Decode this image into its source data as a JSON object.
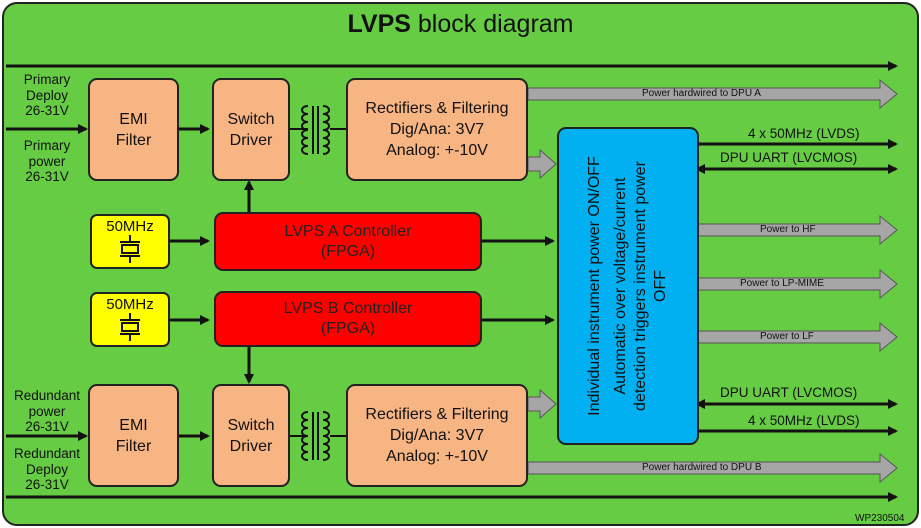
{
  "title": {
    "bold": "LVPS",
    "rest": " block diagram"
  },
  "footer_code": "WP230504",
  "inputs": {
    "primary_deploy": "Primary\nDeploy\n26-31V",
    "primary_power": "Primary\npower\n26-31V",
    "redundant_power": "Redundant\npower\n26-31V",
    "redundant_deploy": "Redundant\nDeploy\n26-31V"
  },
  "blocks": {
    "emi_top": "EMI\nFilter",
    "switch_top": "Switch\nDriver",
    "rect_top": "Rectifiers & Filtering\nDig/Ana: 3V7\nAnalog: +-10V",
    "emi_bot": "EMI\nFilter",
    "switch_bot": "Switch\nDriver",
    "rect_bot": "Rectifiers & Filtering\nDig/Ana: 3V7\nAnalog: +-10V",
    "osc_a": "50MHz",
    "osc_b": "50MHz",
    "ctrl_a": "LVPS A Controller\n(FPGA)",
    "ctrl_b": "LVPS B Controller\n(FPGA)",
    "central_line1": "Individual instrument power ON/OFF",
    "central_line2": "Automatic over voltage/current\ndetection triggers instrument power\nOFF"
  },
  "outputs": {
    "dpu_a": "Power hardwired to DPU A",
    "lvds_top": "4 x 50MHz (LVDS)",
    "uart_top": "DPU UART (LVCMOS)",
    "hf": "Power to HF",
    "lp_mime": "Power to LP-MIME",
    "lf": "Power to LF",
    "uart_bot": "DPU UART (LVCMOS)",
    "lvds_bot": "4 x 50MHz (LVDS)",
    "dpu_b": "Power hardwired to DPU B"
  },
  "colors": {
    "background": "#66cc44",
    "block": "#f7b584",
    "controller": "#ff0000",
    "oscillator": "#ffff00",
    "central": "#00b0f0",
    "fat_arrow": "#a6a6a6"
  }
}
